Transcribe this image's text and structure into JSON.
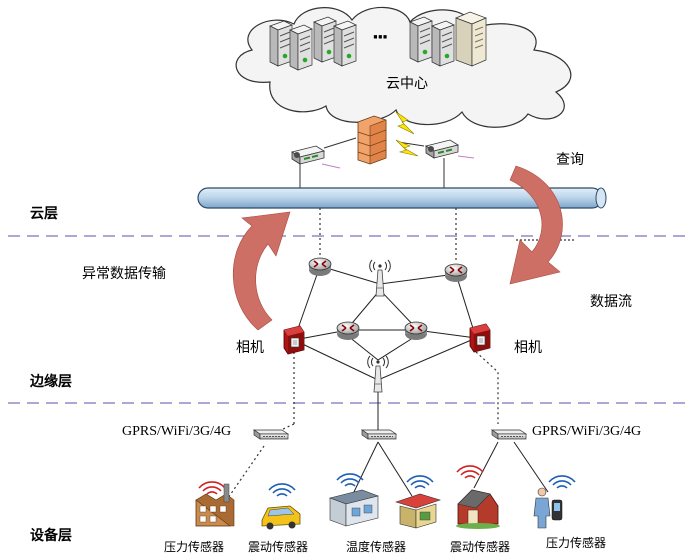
{
  "layers": {
    "cloud": "云层",
    "edge": "边缘层",
    "device": "设备层"
  },
  "cloud_center": "云中心",
  "ellipsis": "···",
  "labels": {
    "query": "查询",
    "abnormal_transfer": "异常数据传输",
    "data_flow": "数据流",
    "camera_left": "相机",
    "camera_right": "相机",
    "protocol_left": "GPRS/WiFi/3G/4G",
    "protocol_right": "GPRS/WiFi/3G/4G"
  },
  "sensors": [
    "压力传感器",
    "震动传感器",
    "温度传感器",
    "震动传感器",
    "压力传感器"
  ],
  "colors": {
    "bus": "#b9d3ea",
    "arrow": "#cd6f65",
    "layer_divider": "#8f8bc7",
    "firewall": "#f0a36a",
    "camera": "#b01515"
  }
}
